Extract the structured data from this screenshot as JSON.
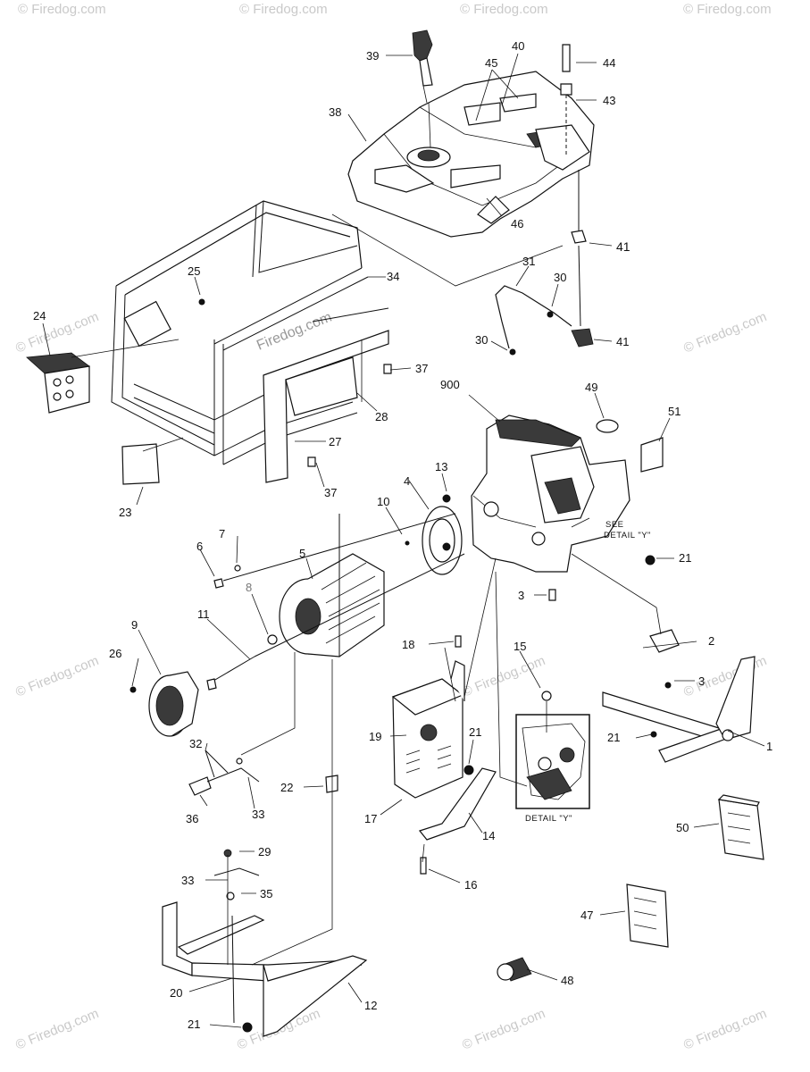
{
  "watermark": {
    "text": "© Firedog.com",
    "center_text": "Firedog.com"
  },
  "labels": {
    "p1": "1",
    "p2": "2",
    "p3a": "3",
    "p3b": "3",
    "p4": "4",
    "p5": "5",
    "p6": "6",
    "p7": "7",
    "p8": "8",
    "p9": "9",
    "p10": "10",
    "p11": "11",
    "p12": "12",
    "p13": "13",
    "p14": "14",
    "p15": "15",
    "p16": "16",
    "p17": "17",
    "p18": "18",
    "p19": "19",
    "p20": "20",
    "p21a": "21",
    "p21b": "21",
    "p21c": "21",
    "p21d": "21",
    "p22": "22",
    "p23": "23",
    "p24": "24",
    "p25": "25",
    "p26": "26",
    "p27": "27",
    "p28": "28",
    "p29": "29",
    "p30a": "30",
    "p30b": "30",
    "p31": "31",
    "p32": "32",
    "p33a": "33",
    "p33b": "33",
    "p34": "34",
    "p35": "35",
    "p36": "36",
    "p37a": "37",
    "p37b": "37",
    "p38": "38",
    "p39": "39",
    "p40": "40",
    "p41a": "41",
    "p41b": "41",
    "p43": "43",
    "p44": "44",
    "p45": "45",
    "p46": "46",
    "p47": "47",
    "p48": "48",
    "p49": "49",
    "p50": "50",
    "p51": "51",
    "p900": "900",
    "see": "SEE",
    "detail_y": "DETAIL \"Y\"",
    "detail_y_box": "DETAIL \"Y\""
  }
}
